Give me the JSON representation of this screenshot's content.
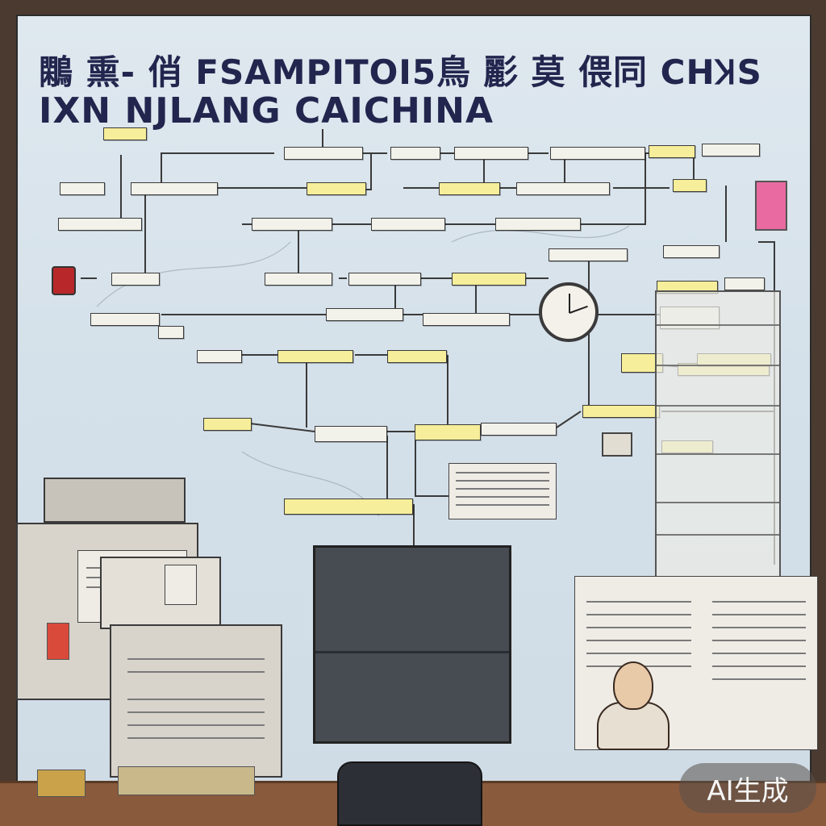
{
  "titles": {
    "line1": "鷴 熏- 俏 FSAMPITOI5鳥 彲 莫 偎同 CHꞰS",
    "line2": "IXN NJLANG CAICHINA"
  },
  "watermark": "AI生成",
  "colors": {
    "title": "#22264e",
    "sticky_yellow": "#f6ee9a",
    "board": "#d5e1ea",
    "desk": "#8a5a3c"
  }
}
